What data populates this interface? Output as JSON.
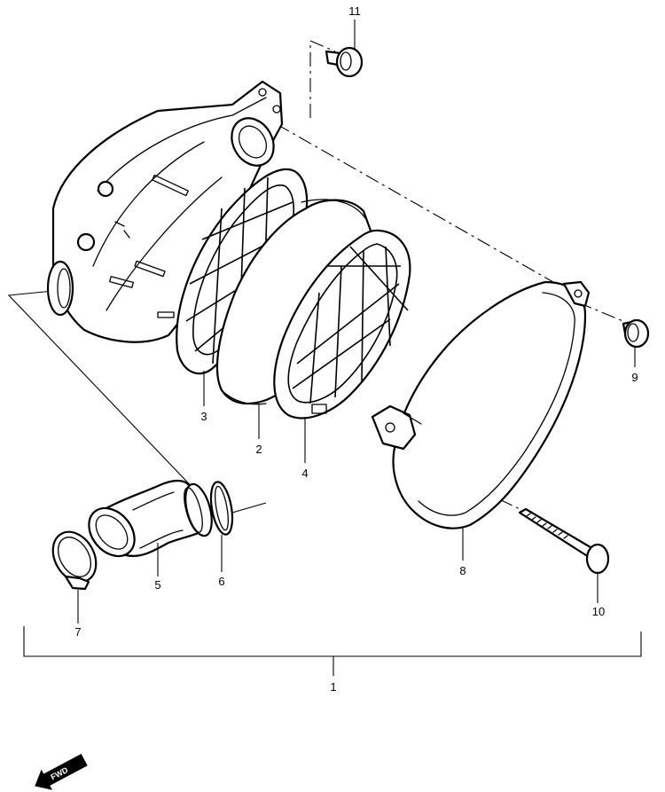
{
  "callouts": {
    "c1": "1",
    "c2": "2",
    "c3": "3",
    "c4": "4",
    "c5": "5",
    "c6": "6",
    "c7": "7",
    "c8": "8",
    "c9": "9",
    "c10": "10",
    "c11": "11"
  },
  "direction_label": "FWD"
}
